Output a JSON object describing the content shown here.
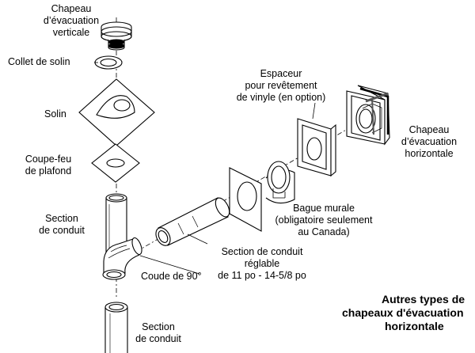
{
  "labels": {
    "vertical_cap": [
      "Chapeau",
      "d’évacuation",
      "verticale"
    ],
    "storm_collar": "Collet de solin",
    "flashing": "Solin",
    "firestop": [
      "Coupe-feu",
      "de plafond"
    ],
    "pipe_section_upper": [
      "Section",
      "de conduit"
    ],
    "elbow": "Coude de 90°",
    "adjustable_section": [
      "Section de conduit",
      "réglable",
      "de 11 po - 14-5/8 po"
    ],
    "wall_thimble": [
      "Bague murale",
      "(obligatoire seulement",
      "au Canada)"
    ],
    "vinyl_spacer": [
      "Espaceur",
      "pour revêtement",
      "de vinyle (en option)"
    ],
    "horizontal_cap": [
      "Chapeau",
      "d’évacuation",
      "horizontale"
    ],
    "pipe_section_lower": [
      "Section",
      "de conduit"
    ],
    "other_types": [
      "Autres types de",
      "chapeaux d'évacuation",
      "horizontale"
    ]
  }
}
